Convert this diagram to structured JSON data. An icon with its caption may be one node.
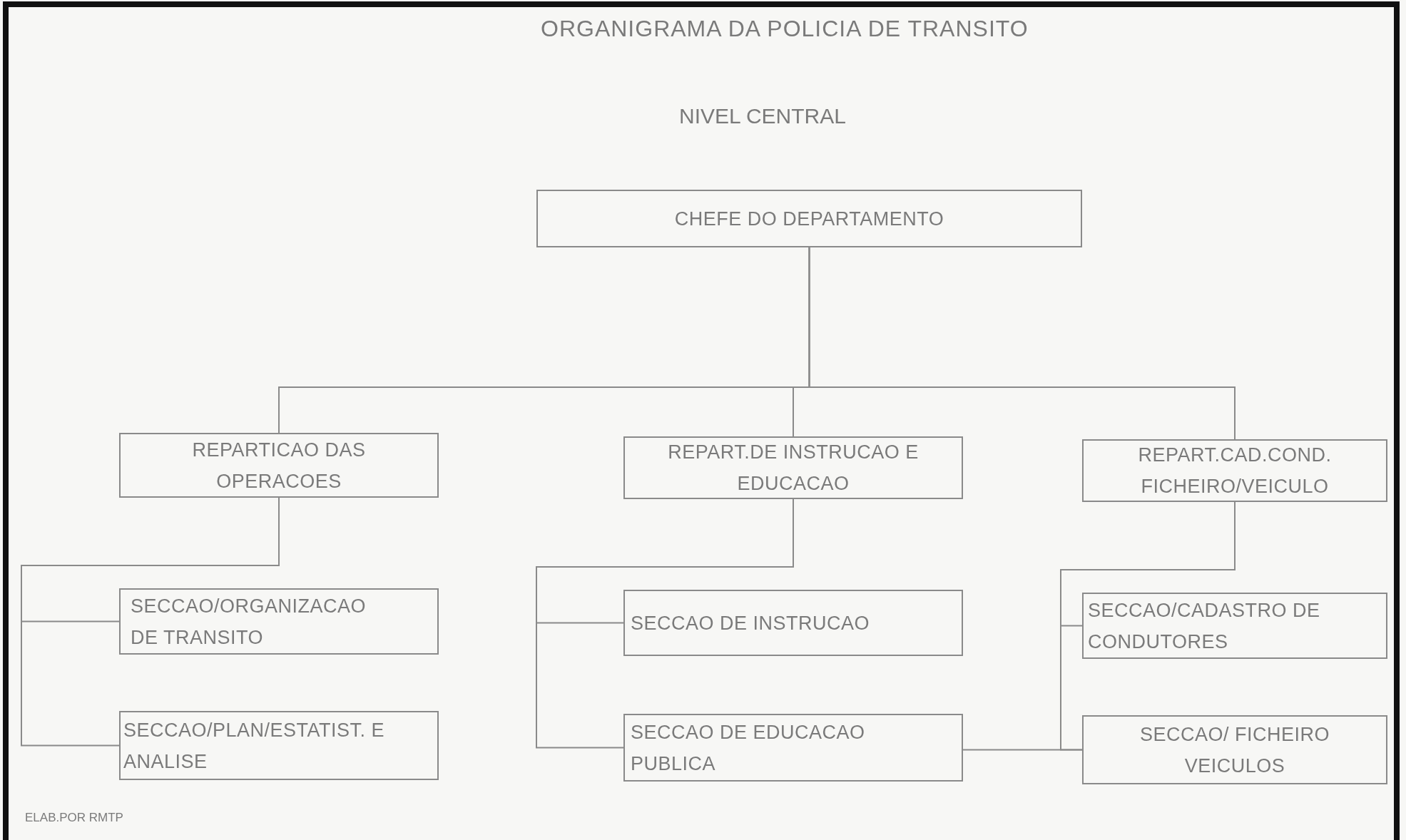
{
  "diagram": {
    "title": "ORGANIGRAMA DA POLICIA DE TRANSITO",
    "nodes": [
      {
        "text": [
          "CHEFE DO DEPARTAMENTO"
        ]
      },
      {
        "text": [
          "REPARTICAO DAS OPERACOES"
        ]
      },
      {
        "text": [
          "REPART.DE INSTRUCAO E EDUCACAO"
        ]
      },
      {
        "text": [
          "REPART.CAD.COND. FICHEIRO/VEICULO"
        ]
      },
      {
        "text": [
          "SECCAO/ORGANIZACAO DE TRANSITO"
        ]
      },
      {
        "text": [
          "SECCAO/PLAN/ESTATIST. E ANALISE"
        ]
      },
      {
        "text": [
          "SECCAO DE INSTRUCAO"
        ]
      },
      {
        "text": [
          "SECCAO DE EDUCACAO PUBLICA"
        ]
      },
      {
        "text": [
          "SECCAO/CADASTRO DE CONDUTORES"
        ]
      },
      {
        "text": [
          "SECCAO/ FICHEIRO VEICULOS"
        ]
      }
    ],
    "edges": [
      {
        "from": 0,
        "to": 1,
        "arrow": "none"
      },
      {
        "from": 0,
        "to": 2,
        "arrow": "none"
      },
      {
        "from": 0,
        "to": 3,
        "arrow": "none"
      },
      {
        "from": 1,
        "to": 4,
        "arrow": "none"
      },
      {
        "from": 1,
        "to": 5,
        "arrow": "none"
      },
      {
        "from": 2,
        "to": 6,
        "arrow": "none"
      },
      {
        "from": 2,
        "to": 7,
        "arrow": "none"
      },
      {
        "from": 3,
        "to": 8,
        "arrow": "none"
      },
      {
        "from": 3,
        "to": 9,
        "arrow": "none"
      },
      {
        "from": 7,
        "to": 9,
        "arrow": "none"
      }
    ],
    "labels": [
      "NIVEL CENTRAL",
      "ELAB.POR RMTP"
    ]
  }
}
